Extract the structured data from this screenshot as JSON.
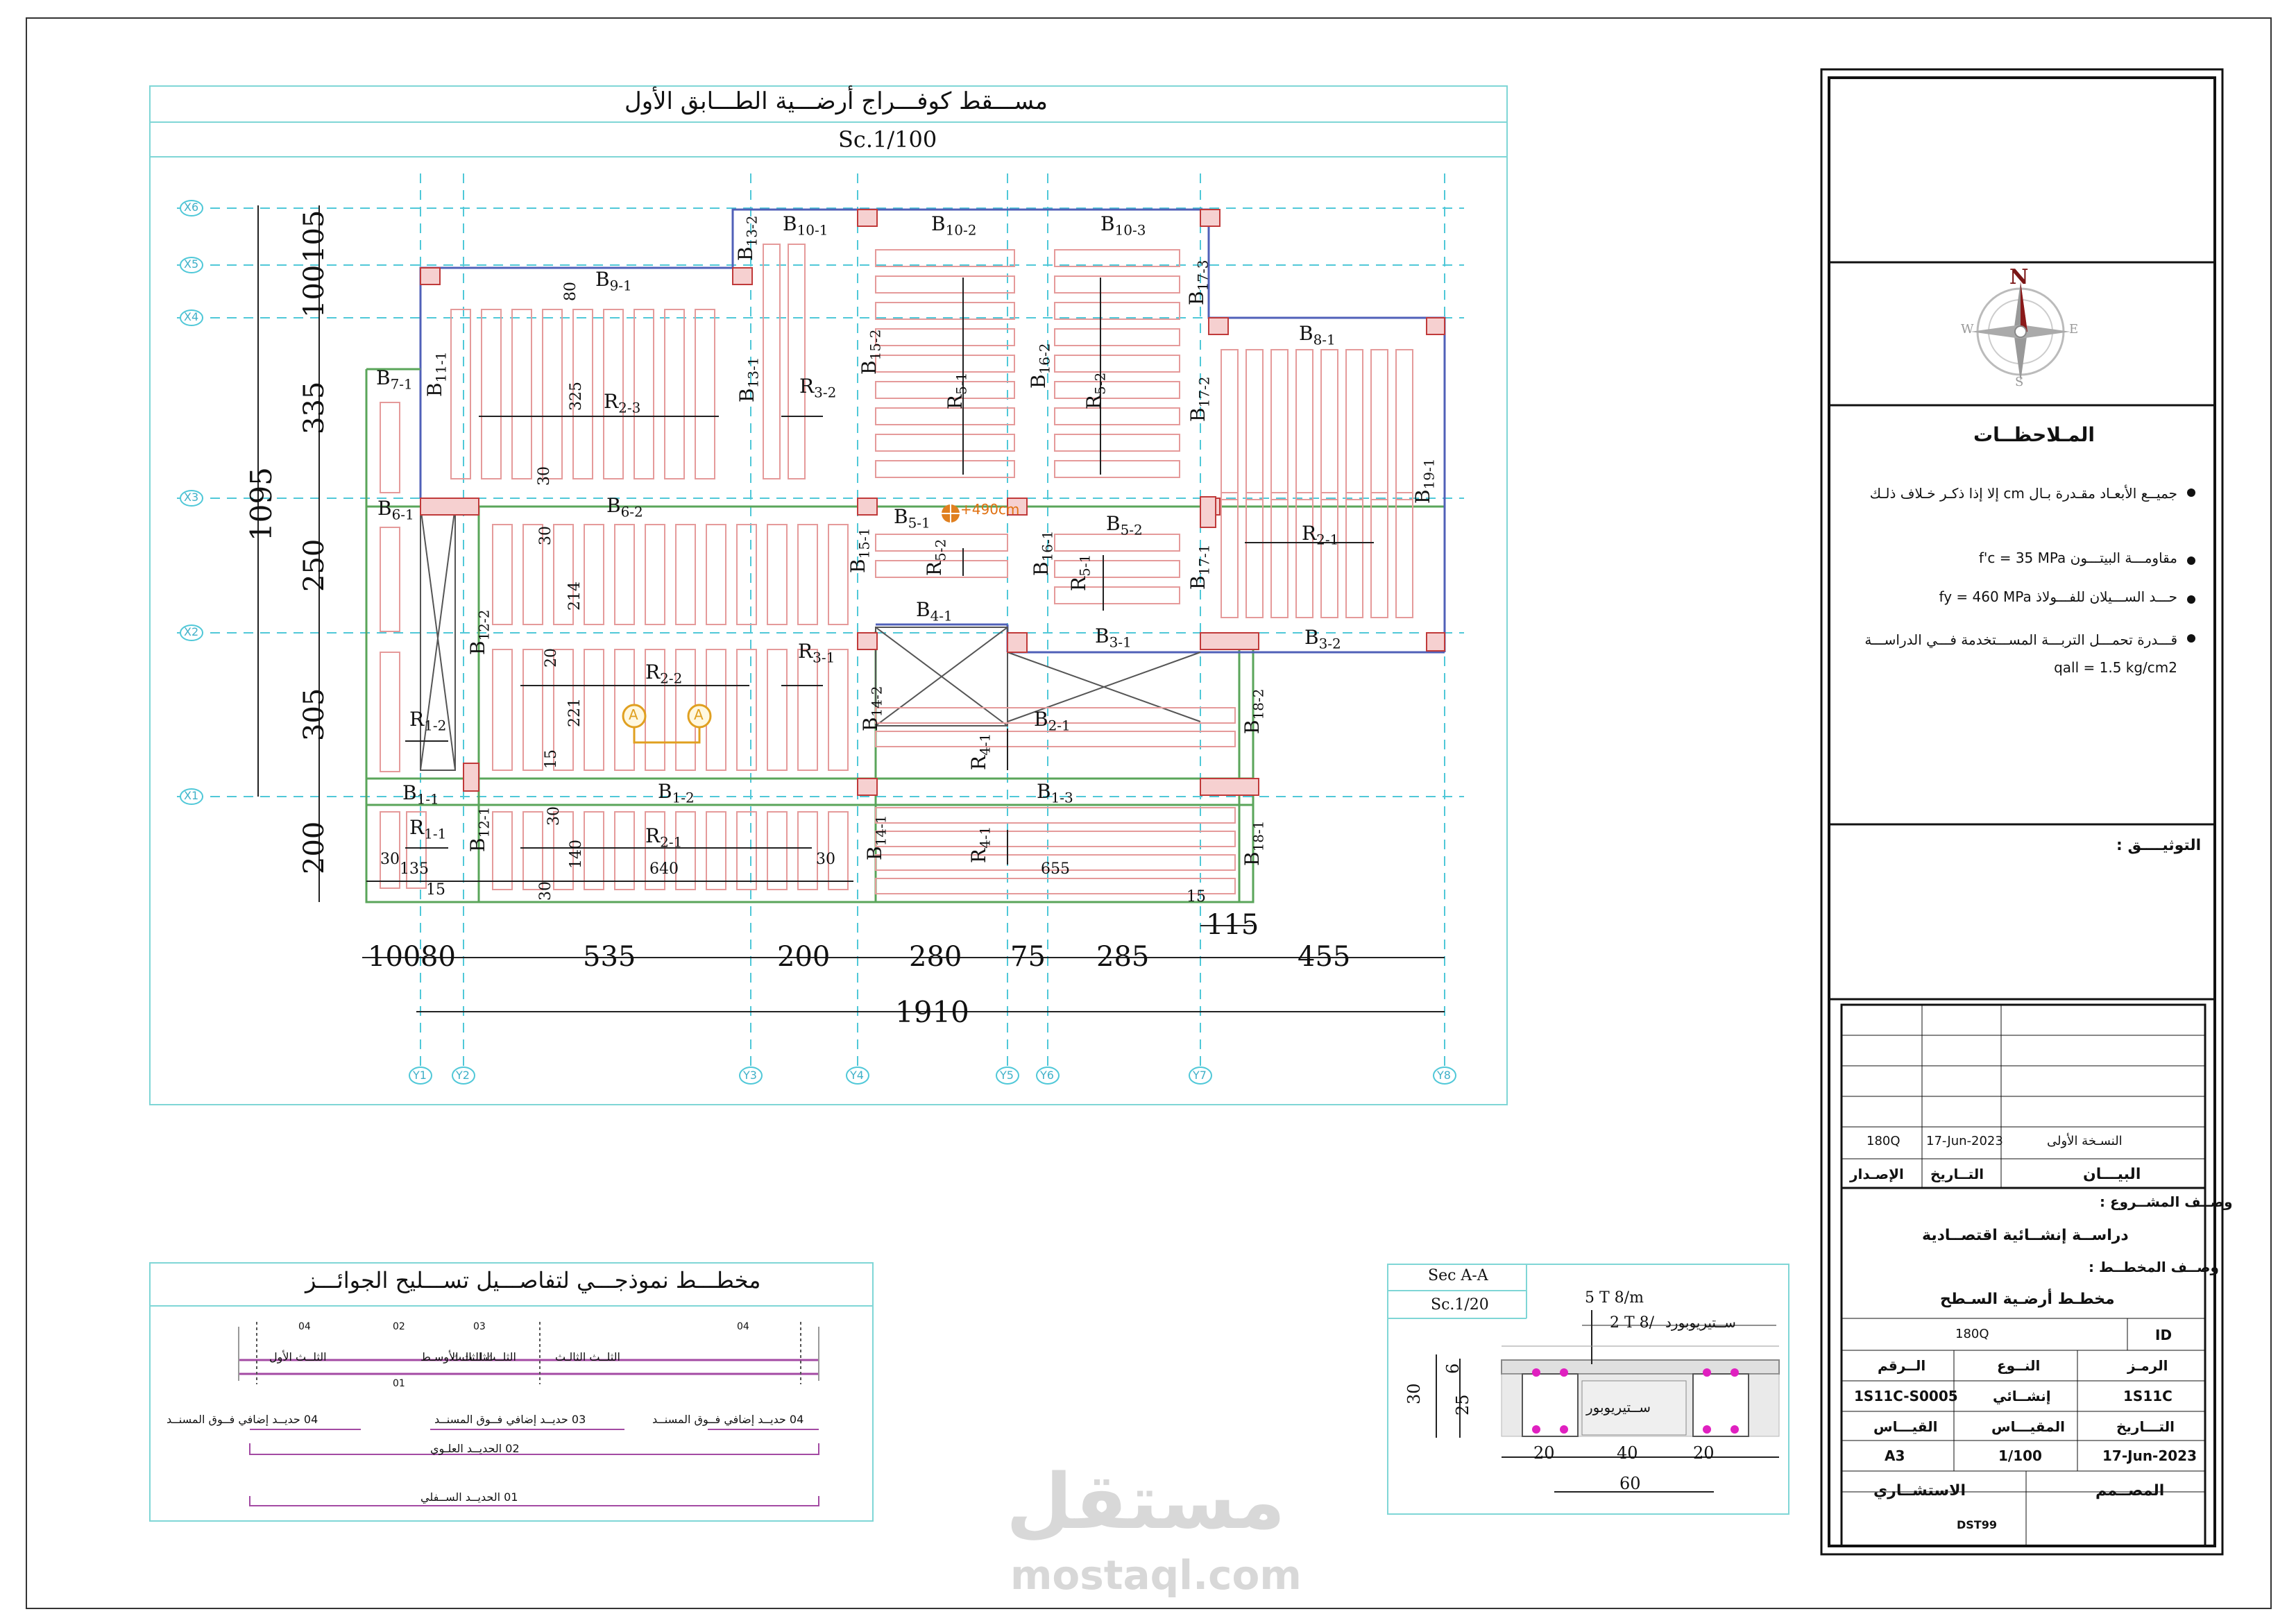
{
  "plan": {
    "title": "مســـقط كوفـــراج أرضـــية الطـــابق الأول",
    "scale": "Sc.1/100",
    "grid_x_labels": [
      "X1",
      "X2",
      "X3",
      "X4",
      "X5",
      "X6"
    ],
    "grid_y_labels": [
      "Y1",
      "Y2",
      "Y3",
      "Y4",
      "Y5",
      "Y6",
      "Y7",
      "Y8"
    ],
    "vertical_dims": [
      "105",
      "100",
      "335",
      "250",
      "305",
      "200"
    ],
    "vertical_total": "1095",
    "horizontal_dims": [
      "100",
      "80",
      "535",
      "200",
      "280",
      "75",
      "285",
      "455"
    ],
    "horizontal_total": "1910",
    "extra_dim_115": "115",
    "beams": [
      "B10-1",
      "B10-2",
      "B10-3",
      "B13-2",
      "B9-1",
      "B17-3",
      "B8-1",
      "B7-1",
      "B11-1",
      "B13-1",
      "B15-2",
      "B16-2",
      "B17-2",
      "B19-1",
      "B6-1",
      "B6-2",
      "B5-1",
      "B5-2",
      "B15-1",
      "B16-1",
      "B17-1",
      "B4-1",
      "B3-1",
      "B3-2",
      "B12-2",
      "B14-2",
      "B18-2",
      "B2-1",
      "B1-1",
      "B1-2",
      "B1-3",
      "B12-1",
      "B14-1",
      "B18-1"
    ],
    "ribs": [
      "R2-3",
      "R3-2",
      "R5-1",
      "R5-2",
      "R2-1",
      "R5-2",
      "R5-1",
      "R2-2",
      "R3-1",
      "R1-2",
      "R4-1",
      "R1-1",
      "R2-1",
      "R4-1"
    ],
    "level": "+490cm",
    "small_dims": [
      "80",
      "325",
      "30",
      "30",
      "214",
      "20",
      "221",
      "15",
      "30",
      "140",
      "30",
      "30",
      "135",
      "15",
      "640",
      "30",
      "655",
      "15"
    ],
    "section_marker": "A"
  },
  "rebar": {
    "title": "مخطـــط نموذجـــي لتفاصـــيل تســـليح الجوائـــز",
    "thirds": [
      "الثلــث الأول",
      "الثلــث الأوسـط",
      "الثلــث الثالـث",
      "الثلــث الثالـث"
    ],
    "numbers": [
      "04",
      "02",
      "03",
      "04",
      "01"
    ],
    "labels": [
      "04 حديــد إضافي فــوق المسنــد",
      "03 حديــد إضافي فــوق المسنــد",
      "04 حديــد إضافي فــوق المسنــد",
      "02 الحديــد العلـوي",
      "01 الحديــد الســفلي"
    ]
  },
  "section": {
    "title": "Sec A-A",
    "scale": "Sc.1/20",
    "top_bars": "5 T 8/m",
    "bar_2t8": "2 T 8/",
    "styrofoam_top": "ســتيريوبورد",
    "styrofoam": "ســتيريوبور",
    "dims_v": [
      "30",
      "6",
      "25"
    ],
    "dims_h": [
      "20",
      "40",
      "20",
      "60"
    ]
  },
  "title_block": {
    "notes_title": "المـلاحظــات",
    "notes": [
      "جميــع الأبعـاد مقـدرة بـال cm إلا إذا ذكـر خـلاف ذلـك",
      "مقاومـــة البيتـــون  f'c = 35 MPa",
      "حـــد الســـيلان للفـــولاذ  fy = 460 MPa",
      "قـــدرة تحمـــل التربـــة المســـتخدمة فـــي الدراســـة  qall = 1.5 kg/cm2"
    ],
    "tawthiq": "التوثيــــق :",
    "north": "N",
    "east": "E",
    "west": "W",
    "south": "S",
    "rev": {
      "code": "180Q",
      "date": "17-Jun-2023",
      "desc": "النسـخة الأولى",
      "h_issue": "الإصـدار",
      "h_date": "التــاريخ",
      "h_desc": "البيـــان"
    },
    "project_label": "وصــف المشــروع :",
    "project": "دراســة إنشــائية اقتصــادية",
    "drawing_label": "وصــف المخطــط :",
    "drawing": "مخطـط أرضـية السـطح",
    "id_value": "180Q",
    "id_label": "ID",
    "h_code": "الرمـز",
    "h_type": "النــوع",
    "h_num": "الــرقم",
    "code": "1S11C",
    "type": "إنشــائي",
    "num": "1S11C-S0005",
    "h_date2": "التـــاريخ",
    "h_scale": "المقيـــاس",
    "h_size": "القيـــاس",
    "date": "17-Jun-2023",
    "scale": "1/100",
    "size": "A3",
    "designer_label": "المصــمم",
    "consultant_label": "الاستشــاري",
    "designer_code": "DST99"
  },
  "watermark": {
    "ar": "مستقل",
    "en": "mostaql.com"
  }
}
